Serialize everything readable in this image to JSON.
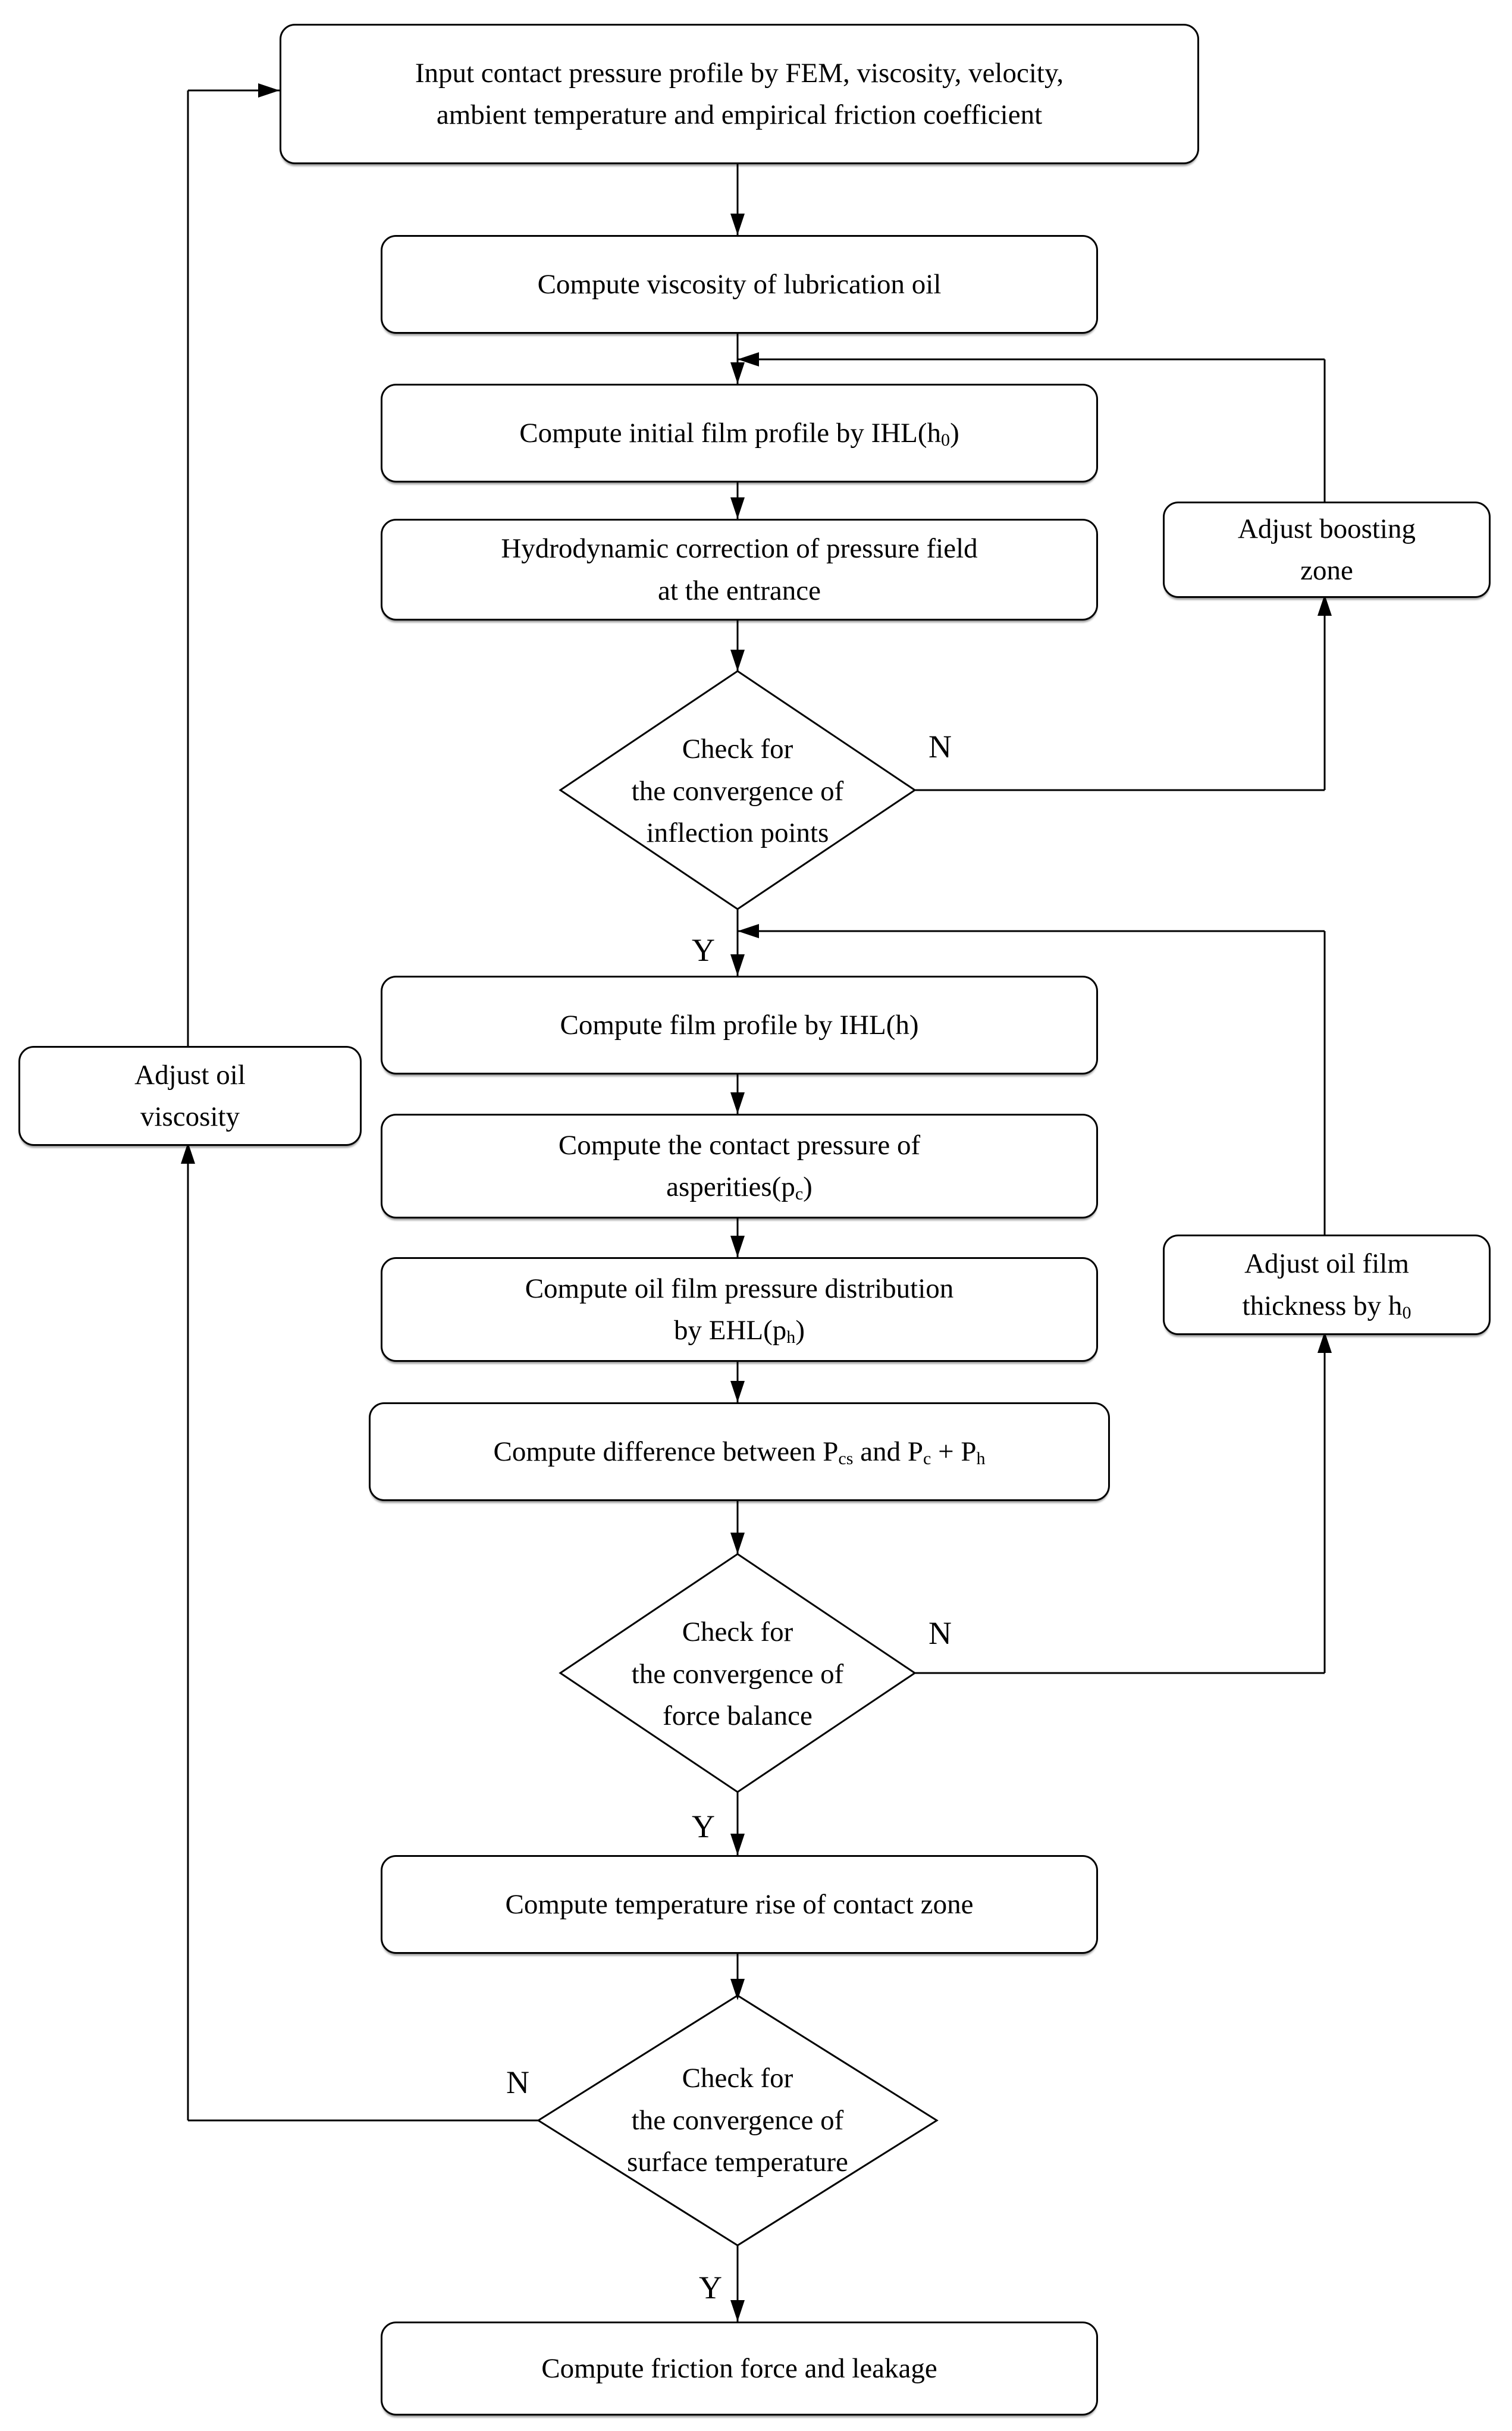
{
  "flowchart": {
    "nodes": {
      "input": {
        "lines": [
          "Input contact pressure profile by FEM, viscosity, velocity,",
          "ambient temperature and empirical friction coefficient"
        ]
      },
      "compute_viscosity": {
        "text": "Compute viscosity of lubrication oil"
      },
      "initial_film": {
        "parts": [
          "Compute initial film profile by IHL(h",
          "0",
          ")"
        ]
      },
      "hydro_correction": {
        "lines": [
          "Hydrodynamic correction of pressure field",
          "at the entrance"
        ]
      },
      "check_inflection": {
        "lines": [
          "Check for",
          "the convergence of",
          "inflection points"
        ]
      },
      "adjust_boosting": {
        "lines": [
          "Adjust boosting",
          "zone"
        ]
      },
      "film_profile": {
        "text": "Compute film profile by IHL(h)"
      },
      "contact_pressure": {
        "line1": "Compute the contact pressure of",
        "line2_parts": [
          "asperities(p",
          "c",
          ")"
        ]
      },
      "oil_film_pressure": {
        "line1": "Compute oil film pressure distribution",
        "line2_parts": [
          "by EHL(p",
          "h",
          ")"
        ]
      },
      "difference": {
        "parts": [
          "Compute difference between P",
          "cs",
          " and P",
          "c",
          " + P",
          "h"
        ]
      },
      "check_force_balance": {
        "lines": [
          "Check for",
          "the convergence of",
          "force balance"
        ]
      },
      "adjust_film_thickness": {
        "line1": "Adjust oil film",
        "line2_parts": [
          "thickness by h",
          "0"
        ]
      },
      "temperature_rise": {
        "text": "Compute temperature rise of contact zone"
      },
      "check_surface_temp": {
        "lines": [
          "Check for",
          "the convergence of",
          "surface temperature"
        ]
      },
      "adjust_oil_viscosity": {
        "lines": [
          "Adjust oil",
          "viscosity"
        ]
      },
      "friction_force": {
        "text": "Compute friction force and leakage"
      }
    },
    "branch_labels": {
      "yes": "Y",
      "no": "N"
    },
    "colors": {
      "line": "#000000",
      "node_border": "#000000",
      "node_fill": "#ffffff",
      "text": "#000000",
      "background": "#ffffff"
    }
  }
}
